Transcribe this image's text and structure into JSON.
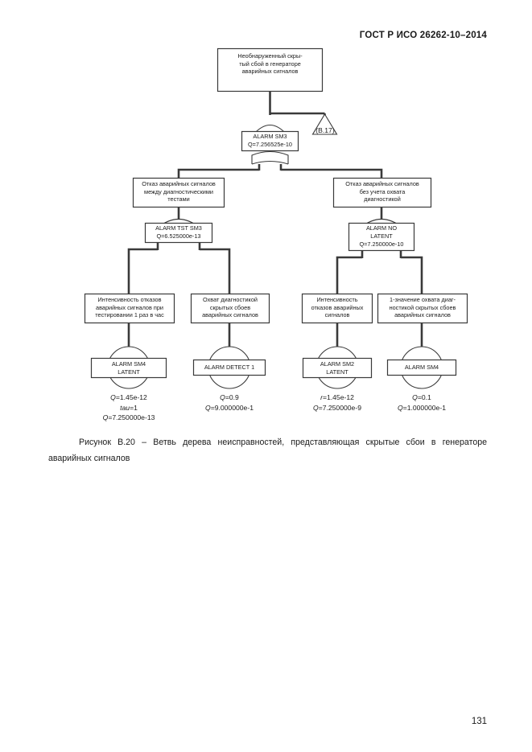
{
  "document": {
    "standard_header": "ГОСТ Р ИСО 26262-10–2014",
    "page_number": "131",
    "caption": "Рисунок B.20 –  Ветвь дерева неисправностей, представляющая скрытые сбои в генераторе аварийных сигналов"
  },
  "figure": {
    "top_event": {
      "label": "Необнаруженный скры-\nтый сбой в генераторе\nаварийных сигналов"
    },
    "transfer": {
      "label": "(B.17)"
    },
    "gate_top": {
      "name": "ALARM SM3",
      "q": "Q=7.256525e-10"
    },
    "branches": [
      {
        "description": "Отказ аварийных сигналов\nмежду диагностическими\nтестами",
        "gate": {
          "name": "ALARM TST SM3",
          "q": "Q=6.525000e-13"
        },
        "leaves": [
          {
            "description": "Интенсивность отказов\nаварийных сигналов при\nтестировании 1 раз в час",
            "event_name": "ALARM SM4\nLATENT",
            "values": [
              "Q=1.45e-12",
              "tau=1",
              "Q=7.250000e-13"
            ],
            "value_italic_keys": [
              "Q",
              "tau",
              "Q"
            ]
          },
          {
            "description": "Охват диагностикой\nскрытых сбоев\nаварийных сигналов",
            "event_name": "ALARM DETECT 1",
            "values": [
              "Q=0.9",
              "Q=9.000000e-1"
            ],
            "value_italic_keys": [
              "Q",
              "Q"
            ]
          }
        ]
      },
      {
        "description": "Отказ аварийных сигналов\nбез учета охвата\nдиагностикой",
        "gate": {
          "name": "ALARM NO\nLATENT",
          "q": "Q=7.250000e-10"
        },
        "leaves": [
          {
            "description": "Интенсивность\nотказов аварийных\nсигналов",
            "event_name": "ALARM SM2\nLATENT",
            "values": [
              "r=1.45e-12",
              "Q=7.250000e-9"
            ],
            "value_italic_keys": [
              "r",
              "Q"
            ]
          },
          {
            "description": "1-значение охвата диаг-\nностикой  скрытых сбоев\nаварийных сигналов",
            "event_name": "ALARM SM4",
            "values": [
              "Q=0.1",
              "Q=1.000000e-1"
            ],
            "value_italic_keys": [
              "Q",
              "Q"
            ]
          }
        ]
      }
    ],
    "colors": {
      "line": "#3a3a3a",
      "text": "#1a1a1a"
    }
  }
}
